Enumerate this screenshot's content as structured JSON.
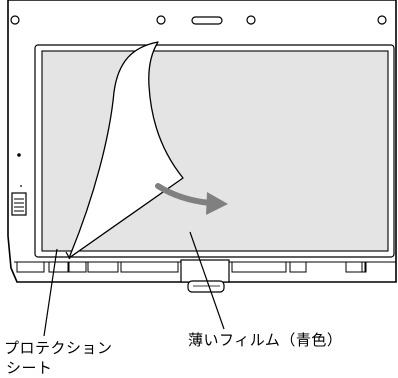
{
  "labels": {
    "protection_sheet_line1": "プロテクション",
    "protection_sheet_line2": "シート",
    "thin_film": "薄いフィルム（青色）"
  },
  "colors": {
    "outline": "#000000",
    "screen_fill": "#e4e4e4",
    "sheet_fill": "#ffffff",
    "arrow": "#808080"
  },
  "icons": {
    "curl_arrow": "curved-arrow-icon"
  }
}
